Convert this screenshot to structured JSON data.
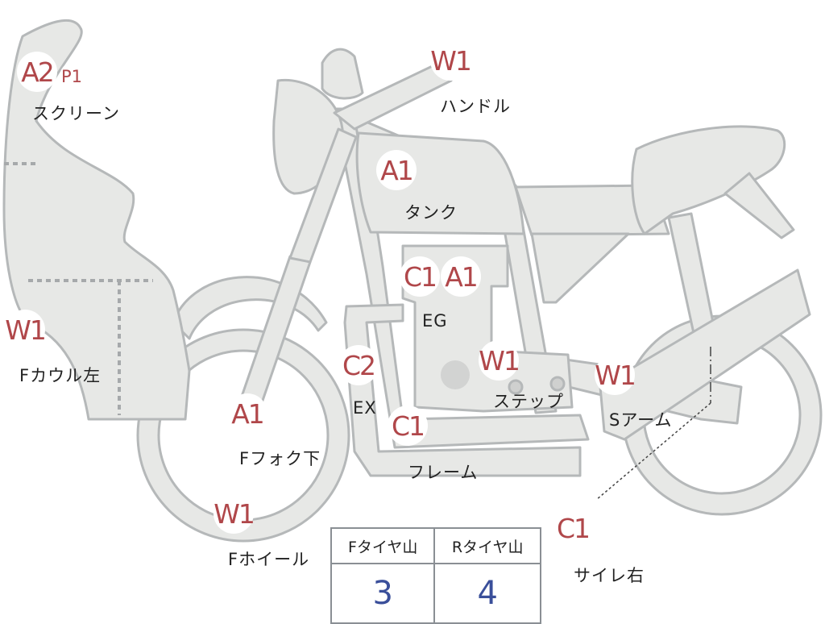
{
  "markers": {
    "screen_code": "A2",
    "screen_sub": "P1",
    "screen_label": "スクリーン",
    "handle_code": "W1",
    "handle_label": "ハンドル",
    "tank_code": "A1",
    "tank_label": "タンク",
    "eg_code1": "C1",
    "eg_code2": "A1",
    "eg_label": "EG",
    "cowl_code": "W1",
    "cowl_label": "Fカウル左",
    "ex_code": "C2",
    "ex_label": "EX",
    "step_code": "W1",
    "step_label": "ステップ",
    "sarm_code": "W1",
    "sarm_label": "Sアーム",
    "fork_code": "A1",
    "fork_label": "Fフォク下",
    "frame_code": "C1",
    "frame_label": "フレーム",
    "wheel_code": "W1",
    "wheel_label": "Fホイール",
    "muffler_code": "C1",
    "muffler_label": "サイレ右"
  },
  "tread": {
    "front_header": "Fタイヤ山",
    "rear_header": "Rタイヤ山",
    "front_value": "3",
    "rear_value": "4"
  },
  "colors": {
    "part_fill": "#e7e8e6",
    "part_stroke": "#b5b8b9",
    "marker_text": "#b0474a",
    "value_text": "#3a4f9a"
  }
}
